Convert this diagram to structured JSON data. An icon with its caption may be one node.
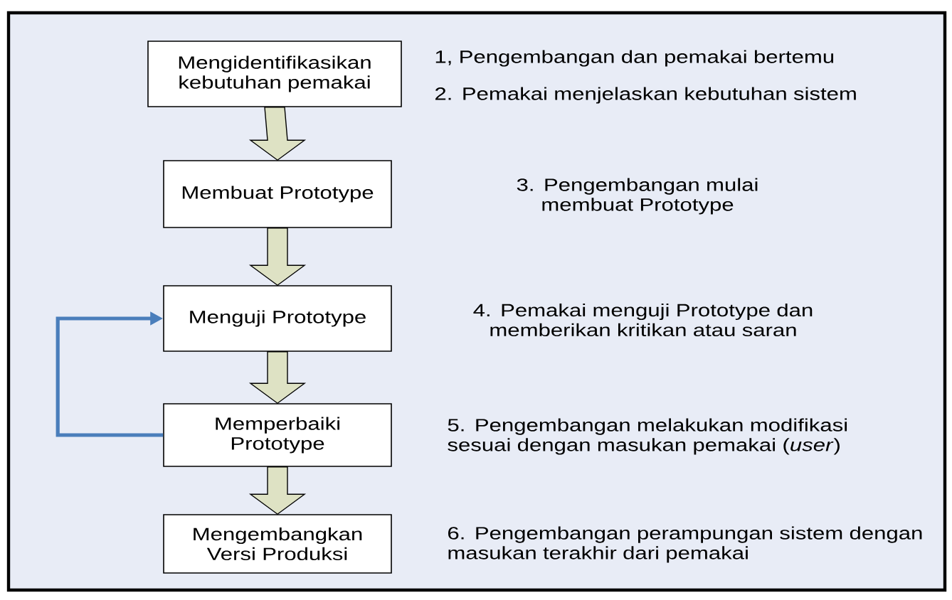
{
  "diagram": {
    "nodes": [
      {
        "text": [
          "Mengidentifikasikan kebutuhan pemakai"
        ]
      },
      {
        "text": [
          "Membuat Prototype"
        ]
      },
      {
        "text": [
          "Menguji Prototype"
        ]
      },
      {
        "text": [
          "Memperbaiki Prototype"
        ]
      },
      {
        "text": [
          "Mengembangkan Versi Produksi"
        ]
      }
    ],
    "edges": [
      {
        "from": 0,
        "to": 1,
        "arrow": "to"
      },
      {
        "from": 1,
        "to": 2,
        "arrow": "to"
      },
      {
        "from": 2,
        "to": 3,
        "arrow": "to"
      },
      {
        "from": 3,
        "to": 4,
        "arrow": "to"
      },
      {
        "from": 3,
        "to": 2,
        "arrow": "to",
        "color": "#4a7ebb"
      }
    ],
    "labels": [
      "1, Pengembangan dan pemakai bertemu",
      "2. Pemakai menjelaskan kebutuhan sistem",
      "3. Pengembangan mulai membuat Prototype",
      "4. Pemakai menguji Prototype dan memberikan kritikan atau saran",
      "5. Pengembangan melakukan modifikasi sesuai dengan masukan pemakai (*user*)",
      "6. Pengembangan perampungan sistem dengan masukan terakhir dari pemakai"
    ]
  }
}
